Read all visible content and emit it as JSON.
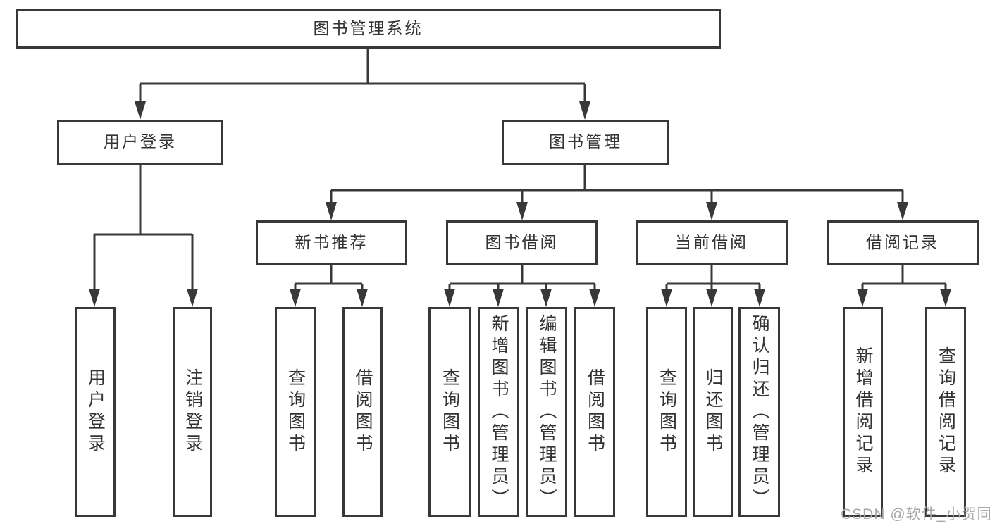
{
  "diagram": {
    "root": {
      "label": "图书管理系统"
    },
    "level2": [
      {
        "label": "用户登录"
      },
      {
        "label": "图书管理"
      }
    ],
    "level3": [
      {
        "label": "新书推荐"
      },
      {
        "label": "图书借阅"
      },
      {
        "label": "当前借阅"
      },
      {
        "label": "借阅记录"
      }
    ],
    "leaves": [
      {
        "label": "用户登录"
      },
      {
        "label": "注销登录"
      },
      {
        "label": "查询图书"
      },
      {
        "label": "借阅图书"
      },
      {
        "label": "查询图书"
      },
      {
        "label": "新增图书（管理员）"
      },
      {
        "label": "编辑图书（管理员）"
      },
      {
        "label": "借阅图书"
      },
      {
        "label": "查询图书"
      },
      {
        "label": "归还图书"
      },
      {
        "label": "确认归还（管理员）"
      },
      {
        "label": "新增借阅记录"
      },
      {
        "label": "查询借阅记录"
      }
    ],
    "watermark": "CSDN @软件_小贺同学",
    "colors": {
      "line": "#383838",
      "box_border": "#383838",
      "text": "#333333",
      "watermark": "#a8a8a8",
      "background": "#ffffff"
    }
  }
}
